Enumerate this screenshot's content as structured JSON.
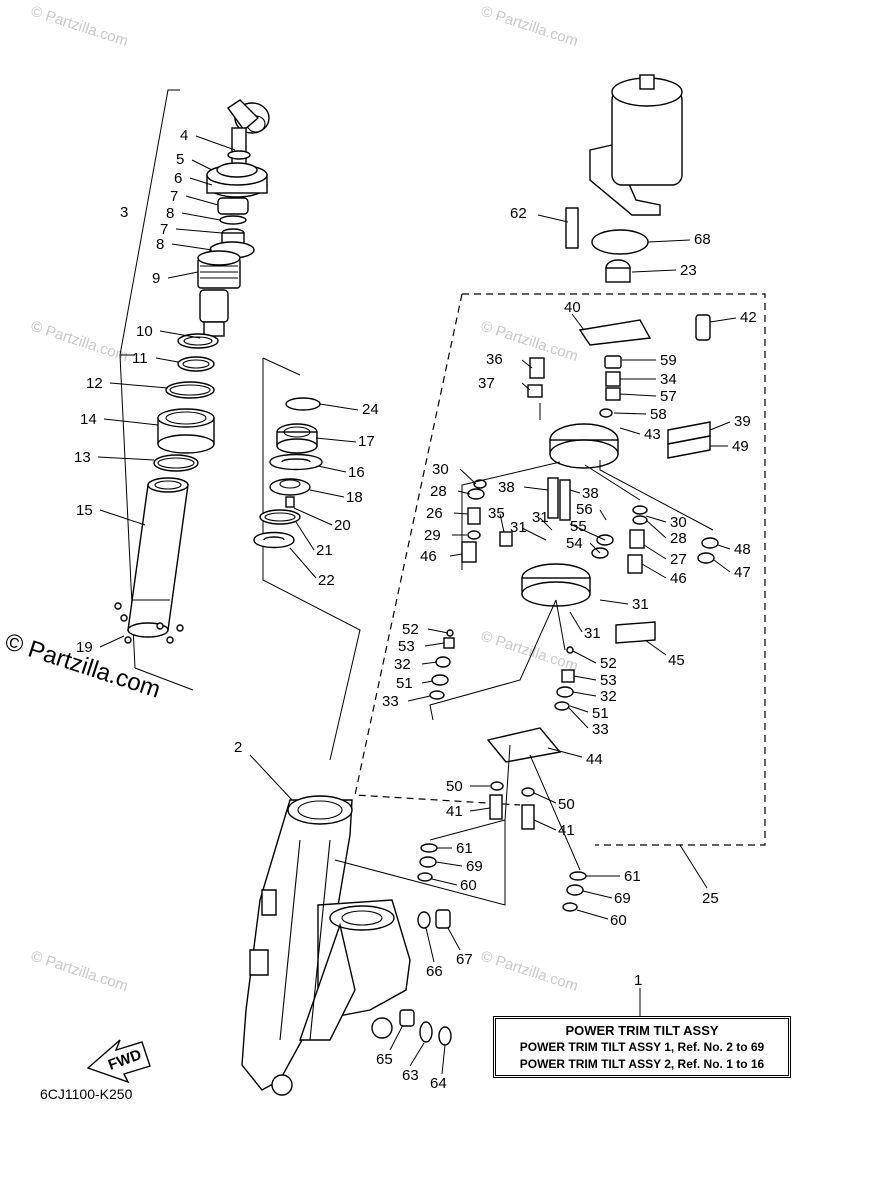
{
  "watermark": "© Partzilla.com",
  "watermark_small": "© Partzilla.com",
  "diagram_code": "6CJ1100-K250",
  "fwd_label": "FWD",
  "info_box": {
    "callout": "1",
    "title": "POWER TRIM TILT ASSY",
    "line1": "POWER TRIM TILT ASSY 1,  Ref. No. 2 to 69",
    "line2": "POWER TRIM TILT ASSY 2,  Ref. No. 1 to 16"
  },
  "callouts": {
    "c2": "2",
    "c3": "3",
    "c4": "4",
    "c5": "5",
    "c6": "6",
    "c7a": "7",
    "c8a": "8",
    "c7b": "7",
    "c8b": "8",
    "c9": "9",
    "c10": "10",
    "c11": "11",
    "c12": "12",
    "c14": "14",
    "c13": "13",
    "c15": "15",
    "c19": "19",
    "c24": "24",
    "c17": "17",
    "c16": "16",
    "c18": "18",
    "c20": "20",
    "c21": "21",
    "c22": "22",
    "c62": "62",
    "c68": "68",
    "c23": "23",
    "c40": "40",
    "c42": "42",
    "c36": "36",
    "c59": "59",
    "c37": "37",
    "c34": "34",
    "c57": "57",
    "c58": "58",
    "c39": "39",
    "c43": "43",
    "c49": "49",
    "c30a": "30",
    "c28a": "28",
    "c38a": "38",
    "c38b": "38",
    "c26": "26",
    "c35": "35",
    "c31a": "31",
    "c31b": "31",
    "c56": "56",
    "c30b": "30",
    "c55": "55",
    "c28b": "28",
    "c29": "29",
    "c54": "54",
    "c27": "27",
    "c48": "48",
    "c46a": "46",
    "c46b": "46",
    "c47": "47",
    "c31c": "31",
    "c31d": "31",
    "c45": "45",
    "c52a": "52",
    "c53a": "53",
    "c32a": "32",
    "c52b": "52",
    "c51a": "51",
    "c53b": "53",
    "c33a": "33",
    "c32b": "32",
    "c51b": "51",
    "c33b": "33",
    "c44": "44",
    "c50a": "50",
    "c50b": "50",
    "c41a": "41",
    "c41b": "41",
    "c61a": "61",
    "c69a": "69",
    "c60a": "60",
    "c61b": "61",
    "c69b": "69",
    "c60b": "60",
    "c25": "25",
    "c66": "66",
    "c67": "67",
    "c65": "65",
    "c63": "63",
    "c64": "64"
  }
}
